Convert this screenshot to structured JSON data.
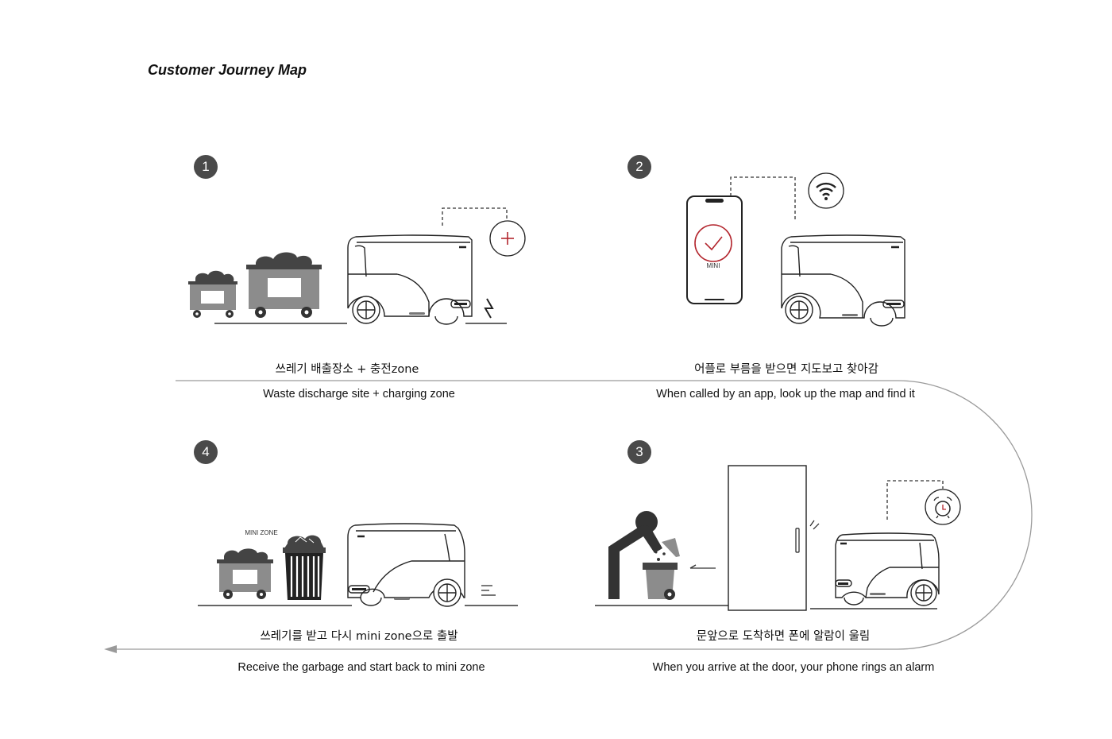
{
  "title": "Customer Journey Map",
  "steps": [
    {
      "number": "1",
      "label_ko": "쓰레기 배출장소 + 충전zone",
      "label_en": "Waste discharge site + charging zone"
    },
    {
      "number": "2",
      "label_ko": "어플로 부름을 받으면 지도보고 찾아감",
      "label_en": "When called by an app, look up the map and find it"
    },
    {
      "number": "3",
      "label_ko": "문앞으로 도착하면 폰에 알람이 울림",
      "label_en": "When you arrive at the door, your phone rings an alarm"
    },
    {
      "number": "4",
      "label_ko": "쓰레기를 받고 다시 mini zone으로 출발",
      "label_en": "Receive the garbage and start back to mini zone"
    }
  ],
  "labels": {
    "mini_zone": "MINI ZONE",
    "phone_app": "MINI"
  },
  "icons": {
    "plus": "plus-icon",
    "lightning": "lightning-icon",
    "wifi": "wifi-icon",
    "check": "checkmark-icon",
    "alarm": "alarm-clock-icon"
  },
  "colors": {
    "badge": "#4a4a4a",
    "accent_red": "#b3262e",
    "bin_gray": "#8c8c8c",
    "dark": "#333333",
    "path_line": "#9a9a9a"
  }
}
